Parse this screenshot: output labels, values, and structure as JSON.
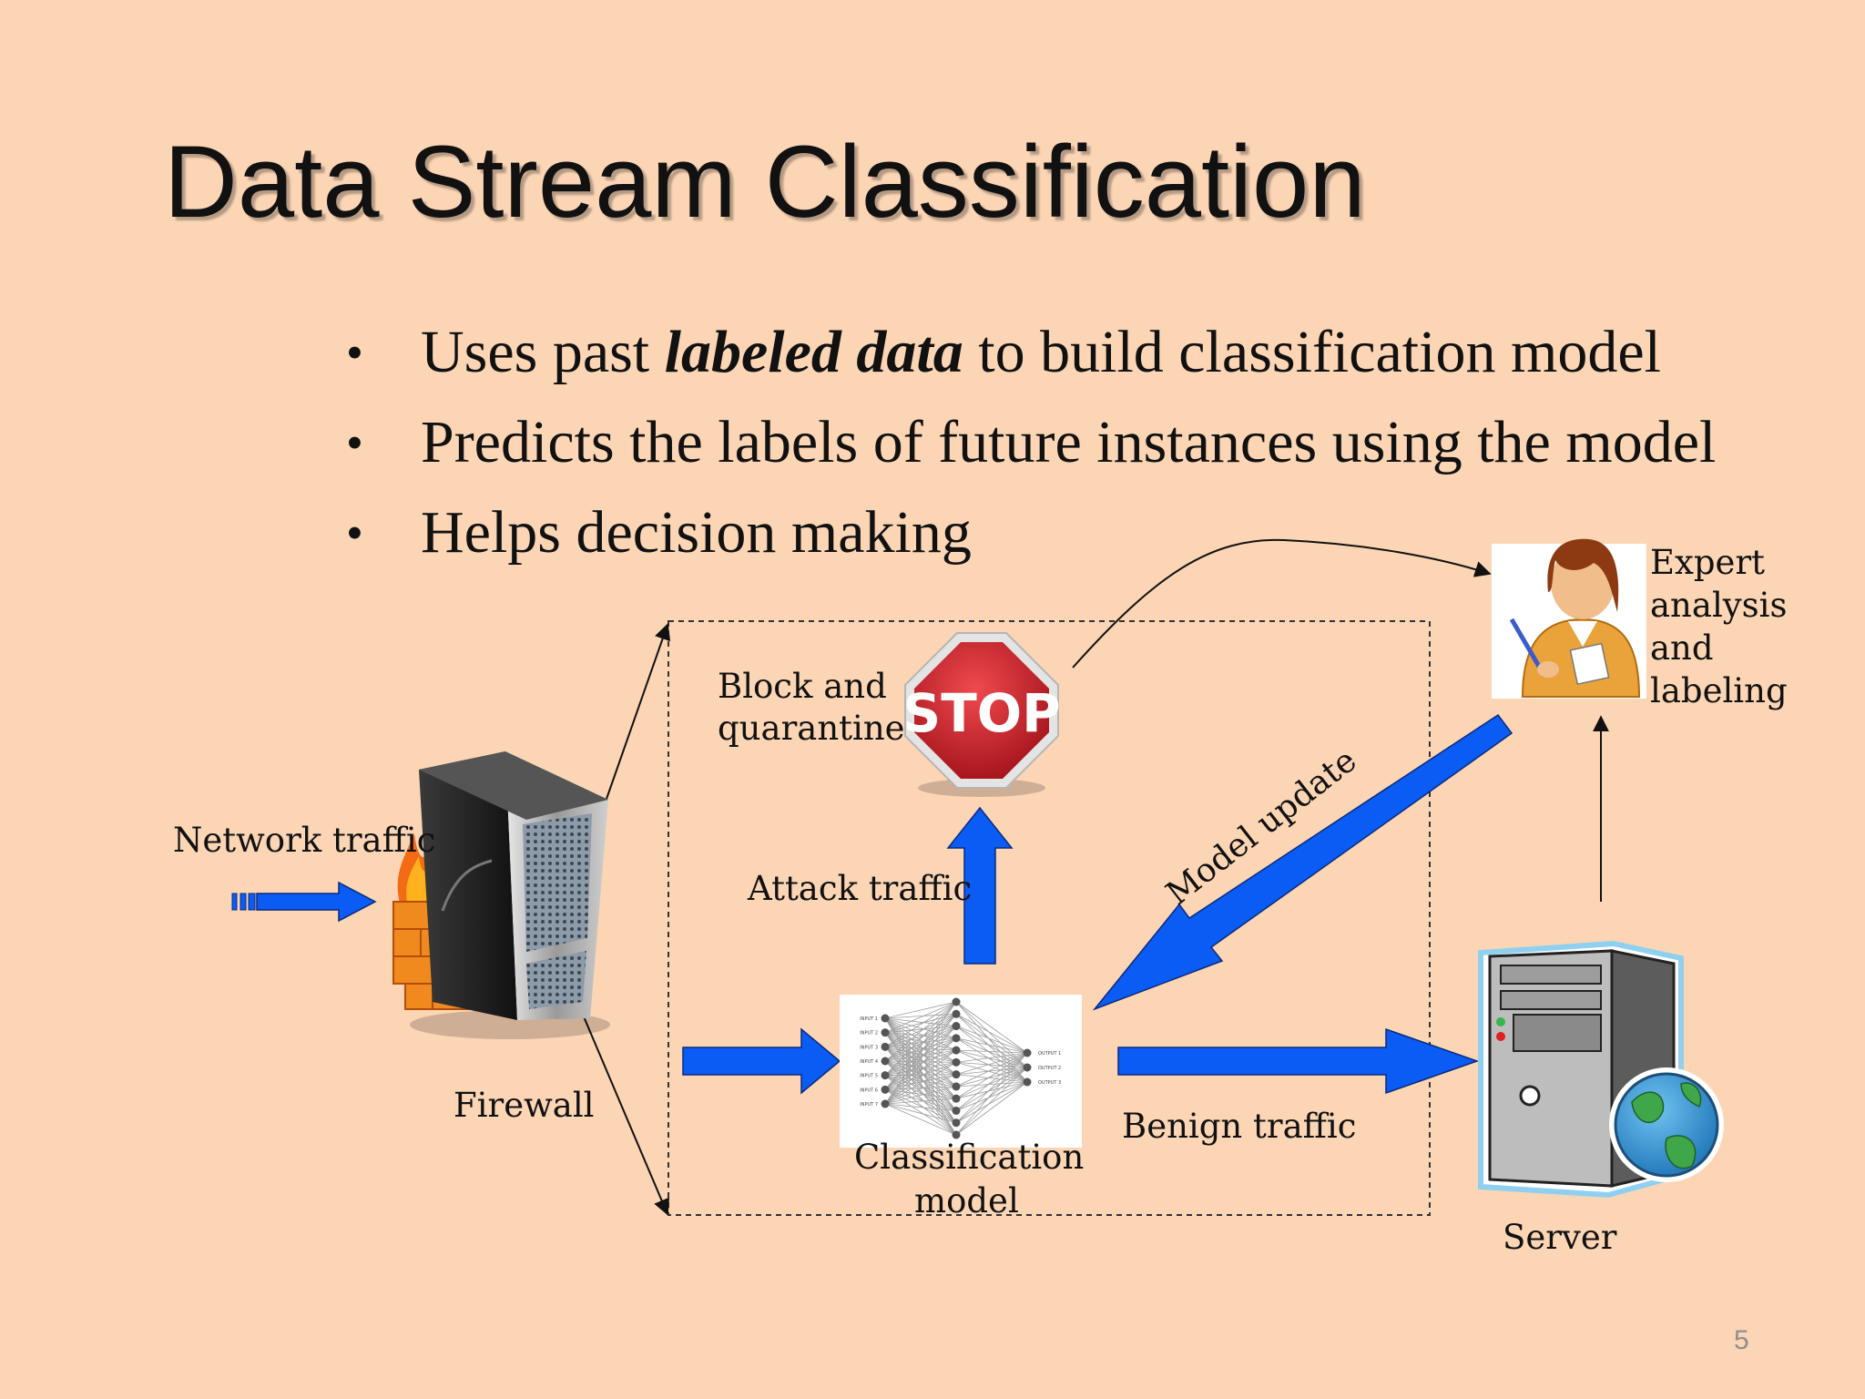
{
  "slide": {
    "title": "Data Stream Classification",
    "bullets": [
      {
        "before": "Uses past ",
        "emphasis": "labeled data",
        "after": " to build classification model"
      },
      {
        "before": "Predicts the labels of future instances using the model",
        "emphasis": "",
        "after": ""
      },
      {
        "before": "Helps decision making",
        "emphasis": "",
        "after": ""
      }
    ],
    "page_number": "5"
  },
  "diagram": {
    "labels": {
      "network_traffic": "Network traffic",
      "firewall": "Firewall",
      "block_line1": "Block and",
      "block_line2": "quarantine",
      "stop_sign": "STOP",
      "attack_traffic": "Attack traffic",
      "model_update": "Model update",
      "expert_line1": "Expert",
      "expert_line2": "analysis",
      "expert_line3": "and",
      "expert_line4": "labeling",
      "benign_traffic": "Benign traffic",
      "classification_line1": "Classification",
      "classification_line2": "model",
      "server": "Server"
    },
    "nn_inputs": [
      "INPUT 1",
      "INPUT 2",
      "INPUT 3",
      "INPUT 4",
      "INPUT 5",
      "INPUT 6",
      "INPUT 7"
    ],
    "nn_outputs": [
      "OUTPUT 1",
      "OUTPUT 2",
      "OUTPUT 3"
    ],
    "colors": {
      "background": "#fcd5b5",
      "arrow_blue": "#0a5cf5",
      "stop_red": "#d0222b"
    },
    "icons": [
      "firewall-server-icon",
      "stop-sign-icon",
      "neural-network-icon",
      "expert-person-icon",
      "server-globe-icon"
    ]
  }
}
